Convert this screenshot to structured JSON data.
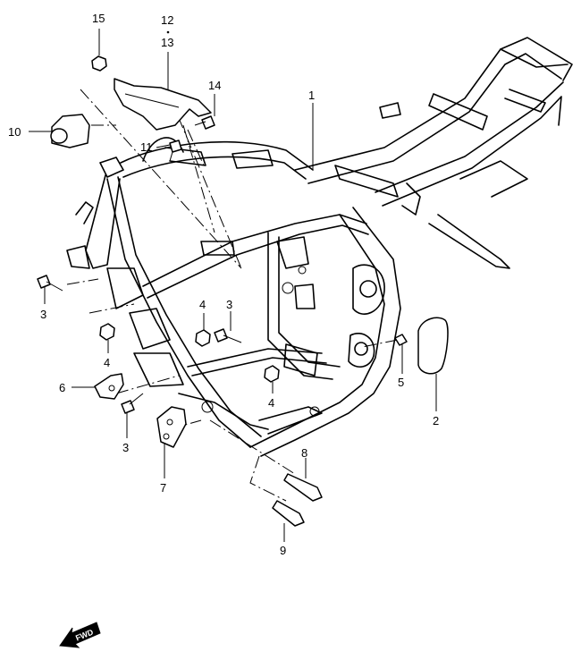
{
  "callouts": [
    {
      "id": "1",
      "label": "1"
    },
    {
      "id": "2",
      "label": "2"
    },
    {
      "id": "3a",
      "label": "3"
    },
    {
      "id": "3b",
      "label": "3"
    },
    {
      "id": "3c",
      "label": "3"
    },
    {
      "id": "4a",
      "label": "4"
    },
    {
      "id": "4b",
      "label": "4"
    },
    {
      "id": "4c",
      "label": "4"
    },
    {
      "id": "5",
      "label": "5"
    },
    {
      "id": "6",
      "label": "6"
    },
    {
      "id": "7",
      "label": "7"
    },
    {
      "id": "8",
      "label": "8"
    },
    {
      "id": "9",
      "label": "9"
    },
    {
      "id": "10",
      "label": "10"
    },
    {
      "id": "11",
      "label": "11"
    },
    {
      "id": "12",
      "label": "12"
    },
    {
      "id": "13",
      "label": "13"
    },
    {
      "id": "14",
      "label": "14"
    },
    {
      "id": "15",
      "label": "15"
    }
  ],
  "fwd_label": "FWD"
}
